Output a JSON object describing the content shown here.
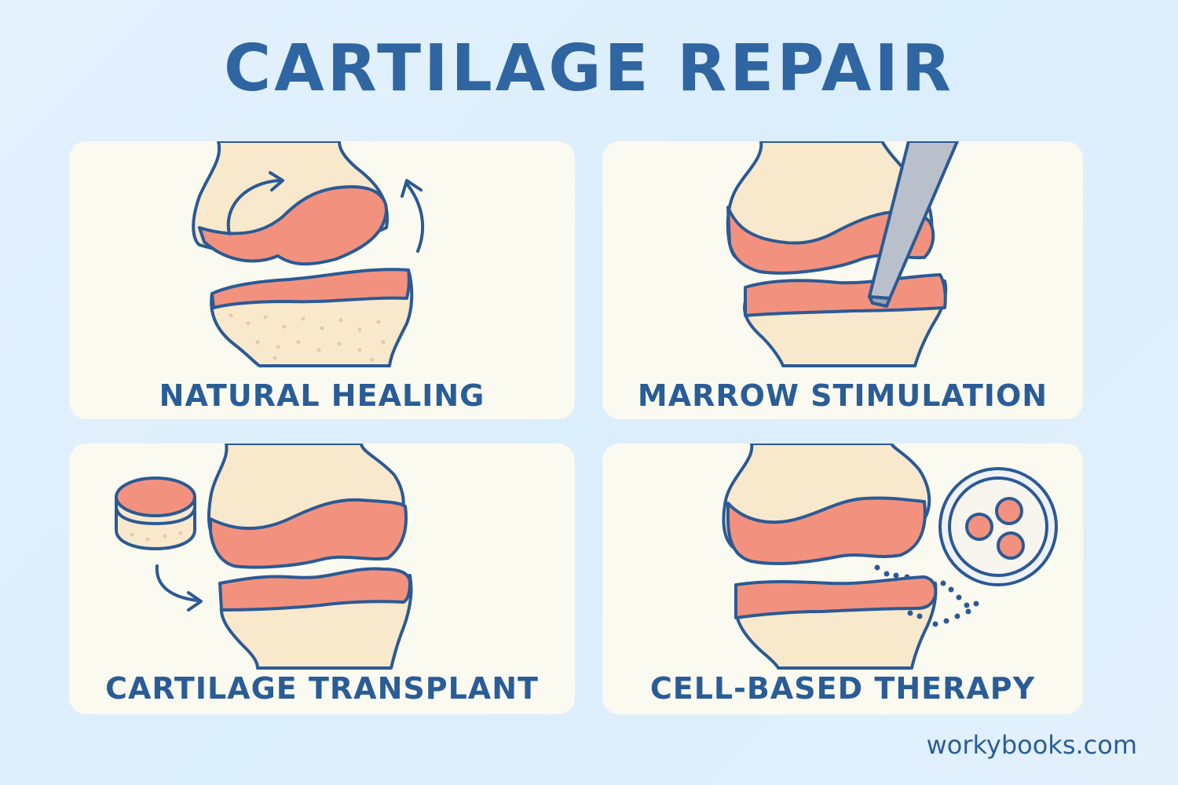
{
  "title": "CARTILAGE REPAIR",
  "panels": [
    {
      "label": "NATURAL HEALING",
      "icon": "knee-joint-healing-arrows-icon"
    },
    {
      "label": "MARROW STIMULATION",
      "icon": "knee-joint-drill-icon"
    },
    {
      "label": "CARTILAGE TRANSPLANT",
      "icon": "knee-joint-plug-transplant-icon"
    },
    {
      "label": "CELL-BASED THERAPY",
      "icon": "knee-joint-cells-icon"
    }
  ],
  "footer": "workybooks.com",
  "colors": {
    "background": "#e2f0fc",
    "card": "#fbfaf0",
    "text": "#2f65a0",
    "outline": "#2b5a94",
    "bone": "#f8e8cc",
    "cartilage": "#f2927e"
  }
}
